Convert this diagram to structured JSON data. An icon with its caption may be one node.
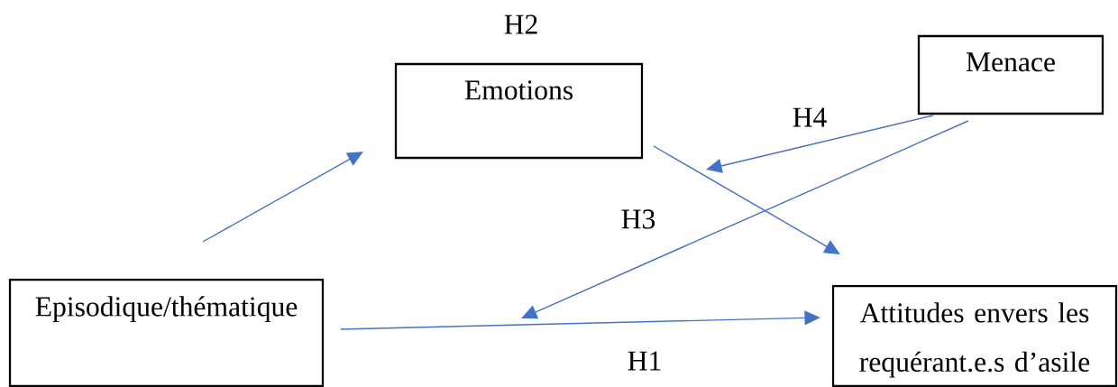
{
  "diagram": {
    "nodes": [
      {
        "text": [
          "Episodique/thématique"
        ]
      },
      {
        "text": [
          "Emotions"
        ]
      },
      {
        "text": [
          "Menace"
        ]
      },
      {
        "text": [
          "Attitudes envers les requérant.e.s d’asile"
        ]
      }
    ],
    "edges": [
      {
        "from": 0,
        "to": 1,
        "arrow": "to",
        "color": "#4472c4"
      },
      {
        "from": 1,
        "to": 3,
        "arrow": "to",
        "color": "#4472c4"
      },
      {
        "from": 2,
        "to": null,
        "arrow": "to",
        "color": "#4472c4"
      },
      {
        "from": 2,
        "to": null,
        "arrow": "to",
        "color": "#4472c4"
      },
      {
        "from": 0,
        "to": 3,
        "arrow": "to",
        "color": "#4472c4"
      }
    ],
    "labels": [
      "H2",
      "H4",
      "H3",
      "H1"
    ]
  }
}
